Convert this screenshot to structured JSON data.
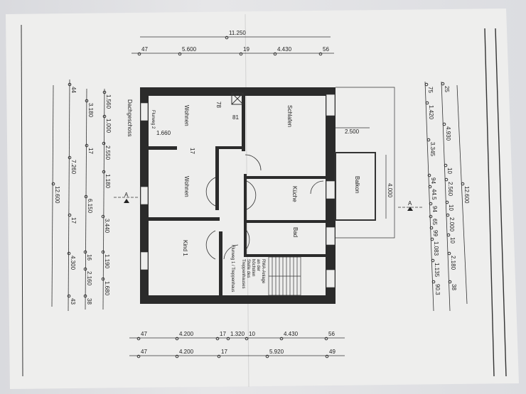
{
  "title": "Dachgeschoss",
  "rooms": {
    "wohnen_top": "Wohnen",
    "wohnen_mid": "Wohnen",
    "schlafen": "Schlafen",
    "kueche": "Küche",
    "balkon": "Balkon",
    "bad": "Bad",
    "kind1": "Kind 1",
    "flurweg2": "Flurweg 2",
    "flurweg1": "Flurweg 1 / Treppenhaus",
    "rwa": [
      "RWA-Anlage",
      "an der",
      "höchsten",
      "Stelle des",
      "Treppenhauses"
    ]
  },
  "inner_dims": {
    "d1660": "1.660",
    "d78": "78",
    "d81": "81",
    "d17": "17",
    "d2500": "2.500",
    "d4000": "4.000"
  },
  "section_marker": "A",
  "top_dims": {
    "overall": "11.250",
    "chain": [
      "47",
      "5.600",
      "19",
      "4.430",
      "56"
    ]
  },
  "bottom_dims": {
    "chain1": [
      "47",
      "4.200",
      "17",
      "1.320",
      "10",
      "4.430",
      "56"
    ],
    "chain2": [
      "47",
      "4.200",
      "17",
      "5.920",
      "49"
    ]
  },
  "left_dims": {
    "overall": [
      "12.600"
    ],
    "chain_a": [
      "44",
      "7.260",
      "17",
      "4.300",
      "43"
    ],
    "chain_b": [
      "3.180",
      "17",
      "6.150",
      "16",
      "2.160",
      "38"
    ],
    "chain_c": [
      "1.560",
      "1.000",
      "2.550",
      "1.180",
      "3.440",
      "1.190",
      "1.680"
    ]
  },
  "right_dims": {
    "chain_a": [
      "75",
      "1.420",
      "3.345",
      "94",
      "44.5",
      "94",
      "65",
      "99",
      "1.083",
      "1.135",
      "90.3"
    ],
    "chain_b": [
      "25",
      "4.930",
      "10",
      "2.560",
      "10",
      "2.000",
      "10",
      "2.180",
      "38"
    ],
    "overall": [
      "12.600"
    ]
  }
}
